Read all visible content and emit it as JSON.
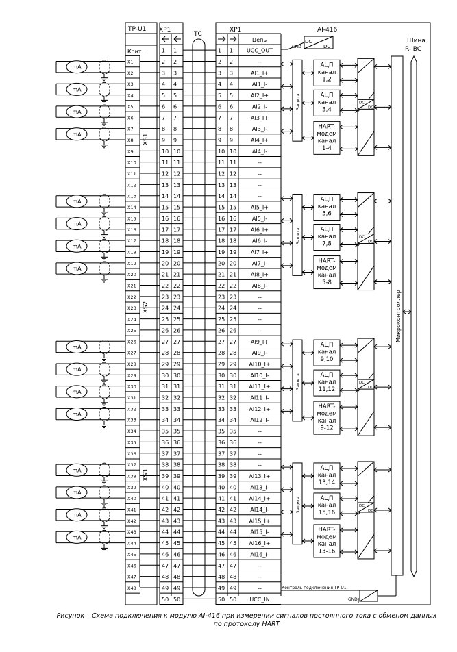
{
  "header": {
    "tp_u1": "ТР-U1",
    "xp1_left": "XP1",
    "tc": "ТС",
    "xp1_right": "XP1",
    "module": "AI-416",
    "bus_line1": "Шина",
    "bus_line2": "R-IBC",
    "konts": "Конт.",
    "chain": "Цепь"
  },
  "connectors": [
    "XS1",
    "XS2",
    "XS3"
  ],
  "terminals": [
    "X1",
    "X2",
    "X3",
    "X4",
    "X5",
    "X6",
    "X7",
    "X8",
    "X9",
    "X10",
    "X11",
    "X12",
    "X13",
    "X14",
    "X15",
    "X16",
    "X17",
    "X18",
    "X19",
    "X20",
    "X21",
    "X22",
    "X23",
    "X24",
    "X25",
    "X26",
    "X27",
    "X28",
    "X29",
    "X30",
    "X31",
    "X32",
    "X33",
    "X34",
    "X35",
    "X36",
    "X37",
    "X38",
    "X39",
    "X40",
    "X41",
    "X42",
    "X43",
    "X44",
    "X45",
    "X46",
    "X47",
    "X48"
  ],
  "pins": [
    "1",
    "2",
    "3",
    "4",
    "5",
    "6",
    "7",
    "8",
    "9",
    "10",
    "11",
    "12",
    "13",
    "14",
    "15",
    "16",
    "17",
    "18",
    "19",
    "20",
    "21",
    "22",
    "23",
    "24",
    "25",
    "26",
    "27",
    "28",
    "29",
    "30",
    "31",
    "32",
    "33",
    "34",
    "35",
    "36",
    "37",
    "38",
    "39",
    "40",
    "41",
    "42",
    "43",
    "44",
    "45",
    "46",
    "47",
    "48",
    "49",
    "50"
  ],
  "signals": [
    "UCC_OUT",
    "--",
    "AI1_I+",
    "AI1_I-",
    "AI2_I+",
    "AI2_I-",
    "AI3_I+",
    "AI3_I-",
    "AI4_I+",
    "AI4_I-",
    "--",
    "--",
    "--",
    "--",
    "AI5_I+",
    "AI5_I-",
    "AI6_I+",
    "AI6_I-",
    "AI7_I+",
    "AI7_I-",
    "AI8_I+",
    "AI8_I-",
    "--",
    "--",
    "--",
    "--",
    "AI9_I+",
    "AI9_I-",
    "AI10_I+",
    "AI10_I-",
    "AI11_I+",
    "AI11_I-",
    "AI12_I+",
    "AI12_I-",
    "--",
    "--",
    "--",
    "--",
    "AI13_I+",
    "AI13_I-",
    "AI14_I+",
    "AI14_I-",
    "AI15_I+",
    "AI15_I-",
    "AI16_I+",
    "AI16_I-",
    "--",
    "--",
    "--",
    "UCC_IN"
  ],
  "meter_label": "mA",
  "protection_label": "Защита",
  "groups": [
    {
      "adc1": [
        "АЦП",
        "канал",
        "1,2"
      ],
      "adc2": [
        "АЦП",
        "канал",
        "3,4"
      ],
      "hart": [
        "HART-",
        "модем",
        "канал",
        "1-4"
      ]
    },
    {
      "adc1": [
        "АЦП",
        "канал",
        "5,6"
      ],
      "adc2": [
        "АЦП",
        "канал",
        "7,8"
      ],
      "hart": [
        "HART-",
        "модем",
        "канал",
        "5-8"
      ]
    },
    {
      "adc1": [
        "АЦП",
        "канал",
        "9,10"
      ],
      "adc2": [
        "АЦП",
        "канал",
        "11,12"
      ],
      "hart": [
        "HART-",
        "модем",
        "канал",
        "9-12"
      ]
    },
    {
      "adc1": [
        "АЦП",
        "канал",
        "13,14"
      ],
      "adc2": [
        "АЦП",
        "канал",
        "15,16"
      ],
      "hart": [
        "HART-",
        "модем",
        "канал",
        "13-16"
      ]
    }
  ],
  "dcdc": {
    "dc1": "DC",
    "dc2": "DC",
    "gnd": "GND"
  },
  "microcontroller": "Микроконтроллер",
  "control_label": "Контроль подключения ТР-U1",
  "gnd_bottom": "GND",
  "caption": "Рисунок – Схема подключения к модулю AI-416 при измерении сигналов постоянного тока с обменом данных по протоколу HART",
  "colors": {
    "line": "#000000",
    "background": "#ffffff"
  }
}
